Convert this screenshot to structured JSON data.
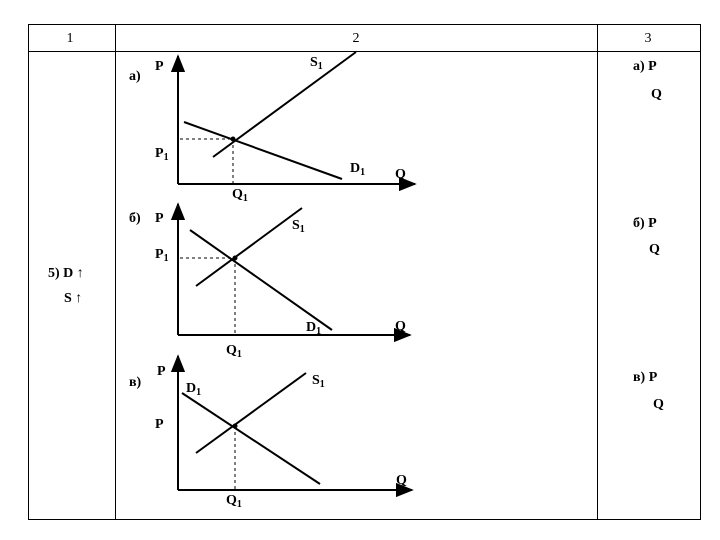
{
  "table": {
    "headers": [
      "1",
      "2",
      "3"
    ],
    "row_label": {
      "line1": "5) D",
      "line2": "S",
      "arrow": "↑"
    }
  },
  "panels": [
    {
      "marker": "а)",
      "axis_y": "P",
      "axis_x": "Q",
      "price_label": "P",
      "price_sub": "1",
      "qty_label": "Q",
      "qty_sub": "1",
      "supply_label": "S",
      "supply_sub": "1",
      "demand_label": "D",
      "demand_sub": "1",
      "answer_p": "а) P",
      "answer_q": "Q"
    },
    {
      "marker": "б)",
      "axis_y": "P",
      "axis_x": "Q",
      "price_label": "P",
      "price_sub": "1",
      "qty_label": "Q",
      "qty_sub": "1",
      "supply_label": "S",
      "supply_sub": "1",
      "demand_label": "D",
      "demand_sub": "1",
      "answer_p": "б) P",
      "answer_q": "Q"
    },
    {
      "marker": "в)",
      "axis_y": "P",
      "axis_x": "Q",
      "price_label": "P",
      "qty_label": "Q",
      "qty_sub": "1",
      "supply_label": "S",
      "supply_sub": "1",
      "demand_label": "D",
      "demand_sub": "1",
      "answer_p": "в) P",
      "answer_q": "Q"
    }
  ]
}
